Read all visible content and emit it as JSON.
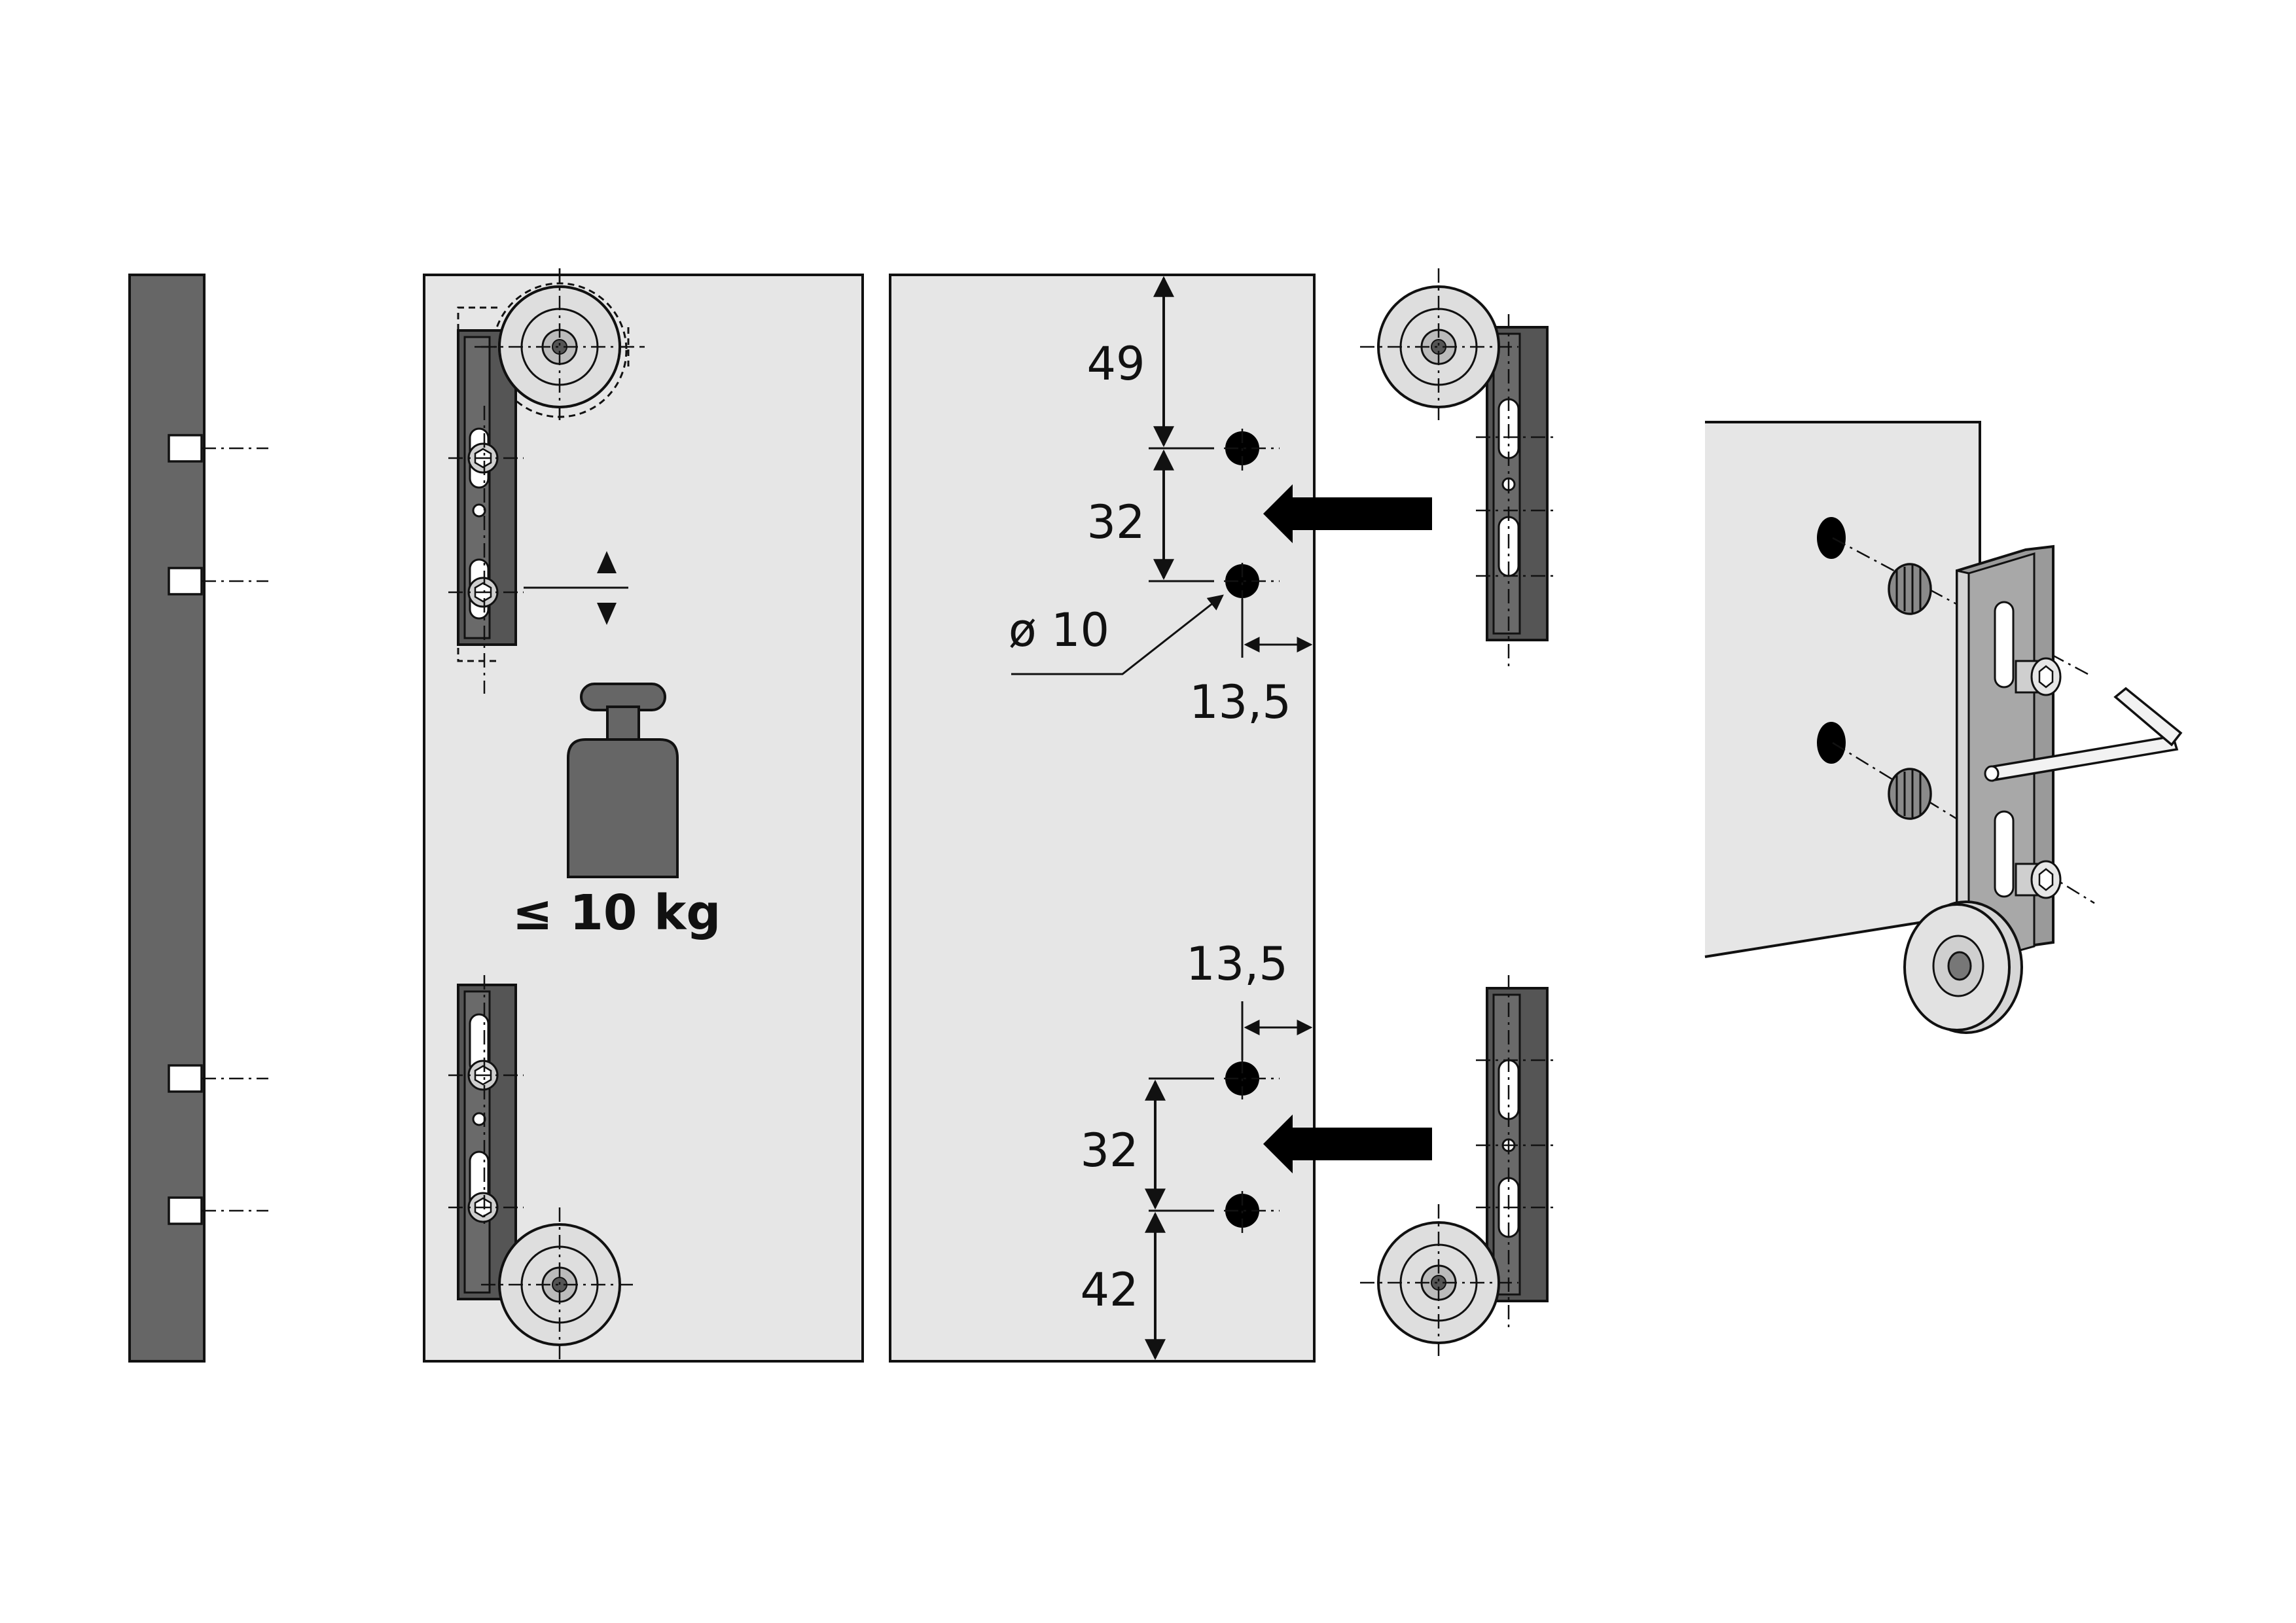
{
  "dimensions": {
    "top_offset": "49",
    "hole_spacing_top": "32",
    "hole_diameter": "ø 10",
    "edge_distance_top": "13,5",
    "edge_distance_bottom": "13,5",
    "hole_spacing_bottom": "32",
    "bottom_offset": "42"
  },
  "load_limit": "≤ 10 kg",
  "icons": {
    "weight": "weight-icon",
    "adjust": "up-down-adjust-arrows-icon",
    "insert_arrow": "insert-arrow-icon"
  },
  "colors": {
    "panel": "#e6e6e6",
    "door_side": "#666666",
    "bracket": "#555555",
    "wheel": "#dedede"
  }
}
